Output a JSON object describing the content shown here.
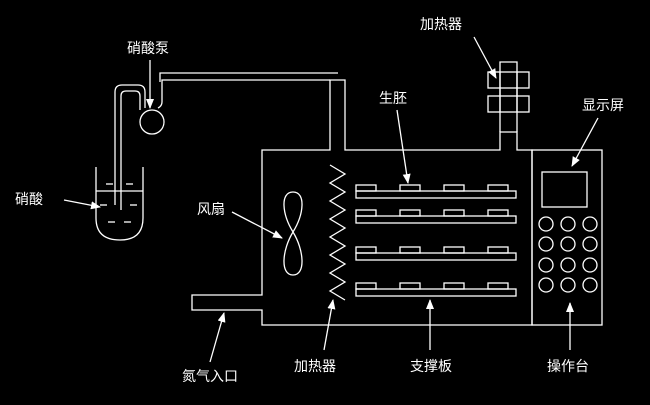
{
  "labels": {
    "nitric_acid_pump": "硝酸泵",
    "heater_top": "加热器",
    "raw_embryo": "生胚",
    "display_screen": "显示屏",
    "nitric_acid": "硝酸",
    "fan": "风扇",
    "nitrogen_inlet": "氮气入口",
    "heater_bottom": "加热器",
    "support_plate": "支撑板",
    "console": "操作台"
  },
  "colors": {
    "background": "#000000",
    "line": "#ffffff"
  }
}
